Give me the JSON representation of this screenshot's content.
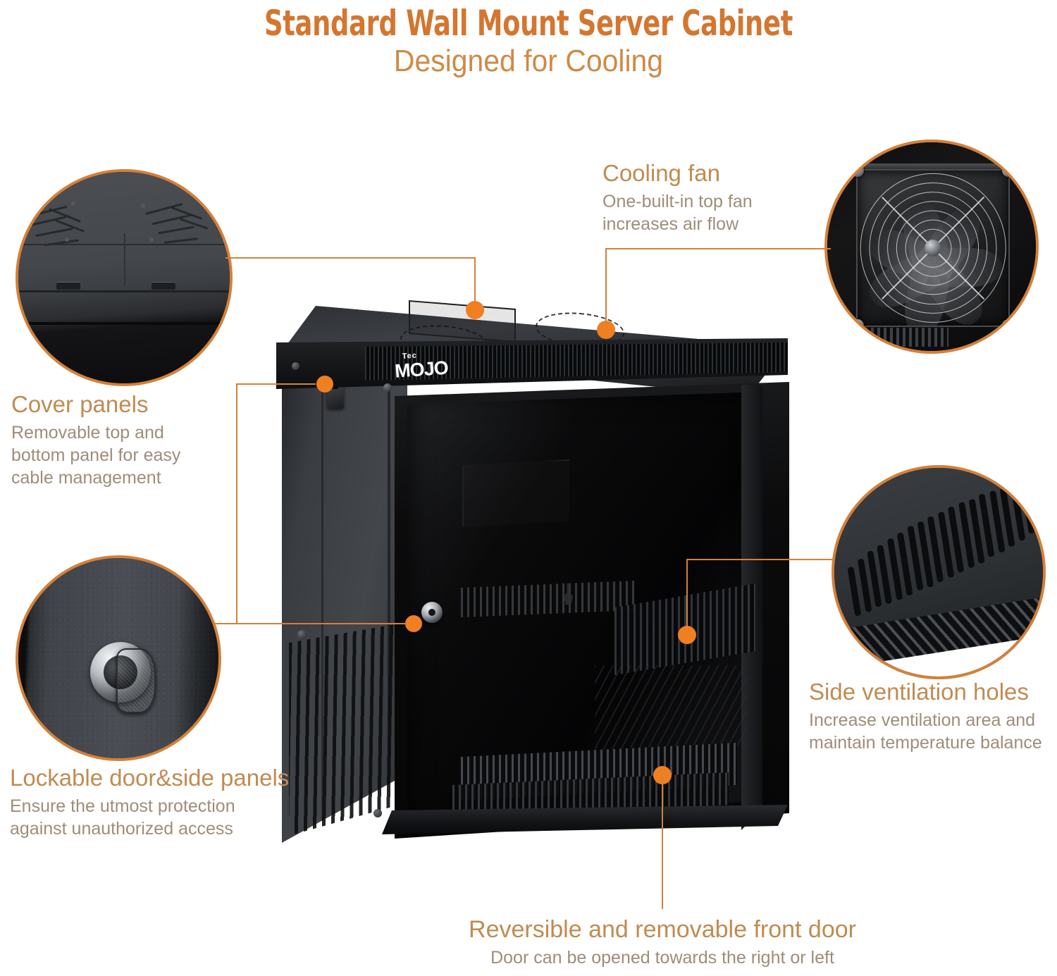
{
  "header": {
    "title": "Standard Wall Mount Server Cabinet",
    "subtitle": "Designed for Cooling"
  },
  "brand": {
    "small": "Tec",
    "main": "MOJO"
  },
  "colors": {
    "title_orange": "#d4762f",
    "subtitle_orange": "#cf8a46",
    "heading_tan": "#c08b51",
    "body_gray": "#9e8d79",
    "connector_orange": "#d4803a",
    "dot_orange": "#f07f22",
    "circle_border": "#d4803a",
    "cabinet_black": "#121314"
  },
  "callouts": [
    {
      "id": "cover-panels",
      "heading": "Cover panels",
      "body": "Removable top and\nbottom panel for easy\ncable management",
      "body_lines": [
        "Removable top and",
        "bottom panel for easy",
        "cable management"
      ],
      "detail_icon": "cover-panel-detail-icon"
    },
    {
      "id": "cooling-fan",
      "heading": "Cooling fan",
      "body": "One-built-in top fan\nincreases air flow",
      "body_lines": [
        "One-built-in top fan",
        "increases air flow"
      ],
      "detail_icon": "cooling-fan-detail-icon"
    },
    {
      "id": "lockable-panels",
      "heading": "Lockable door&side panels",
      "body": "Ensure the utmost protection\nagainst unauthorized access",
      "body_lines": [
        "Ensure the utmost protection",
        "against unauthorized access"
      ],
      "detail_icon": "lock-detail-icon"
    },
    {
      "id": "side-ventilation",
      "heading": "Side ventilation holes",
      "body": "Increase ventilation area and\nmaintain temperature balance",
      "body_lines": [
        "Increase ventilation area and",
        "maintain temperature balance"
      ],
      "detail_icon": "side-vent-detail-icon"
    },
    {
      "id": "front-door",
      "heading": "Reversible and removable front door",
      "body": "Door can be opened towards the right or left",
      "body_lines": [
        "Door can be opened towards the right or left"
      ],
      "detail_icon": "front-door-icon"
    }
  ],
  "product": {
    "name": "wall-mount-server-cabinet",
    "fan_cutouts": 2,
    "door_type": "tempered-glass"
  }
}
